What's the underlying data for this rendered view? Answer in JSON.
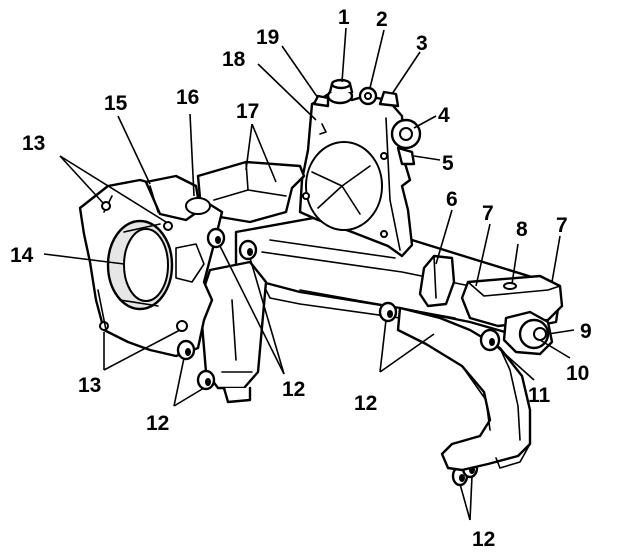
{
  "callouts": [
    {
      "label": "1"
    },
    {
      "label": "2"
    },
    {
      "label": "3"
    },
    {
      "label": "4"
    },
    {
      "label": "5"
    },
    {
      "label": "6"
    },
    {
      "label": "7"
    },
    {
      "label": "7"
    },
    {
      "label": "8"
    },
    {
      "label": "9"
    },
    {
      "label": "10"
    },
    {
      "label": "11"
    },
    {
      "label": "12"
    },
    {
      "label": "12"
    },
    {
      "label": "12"
    },
    {
      "label": "12"
    },
    {
      "label": "13"
    },
    {
      "label": "13"
    },
    {
      "label": "14"
    },
    {
      "label": "15"
    },
    {
      "label": "16"
    },
    {
      "label": "17"
    },
    {
      "label": "18"
    },
    {
      "label": "19"
    }
  ]
}
